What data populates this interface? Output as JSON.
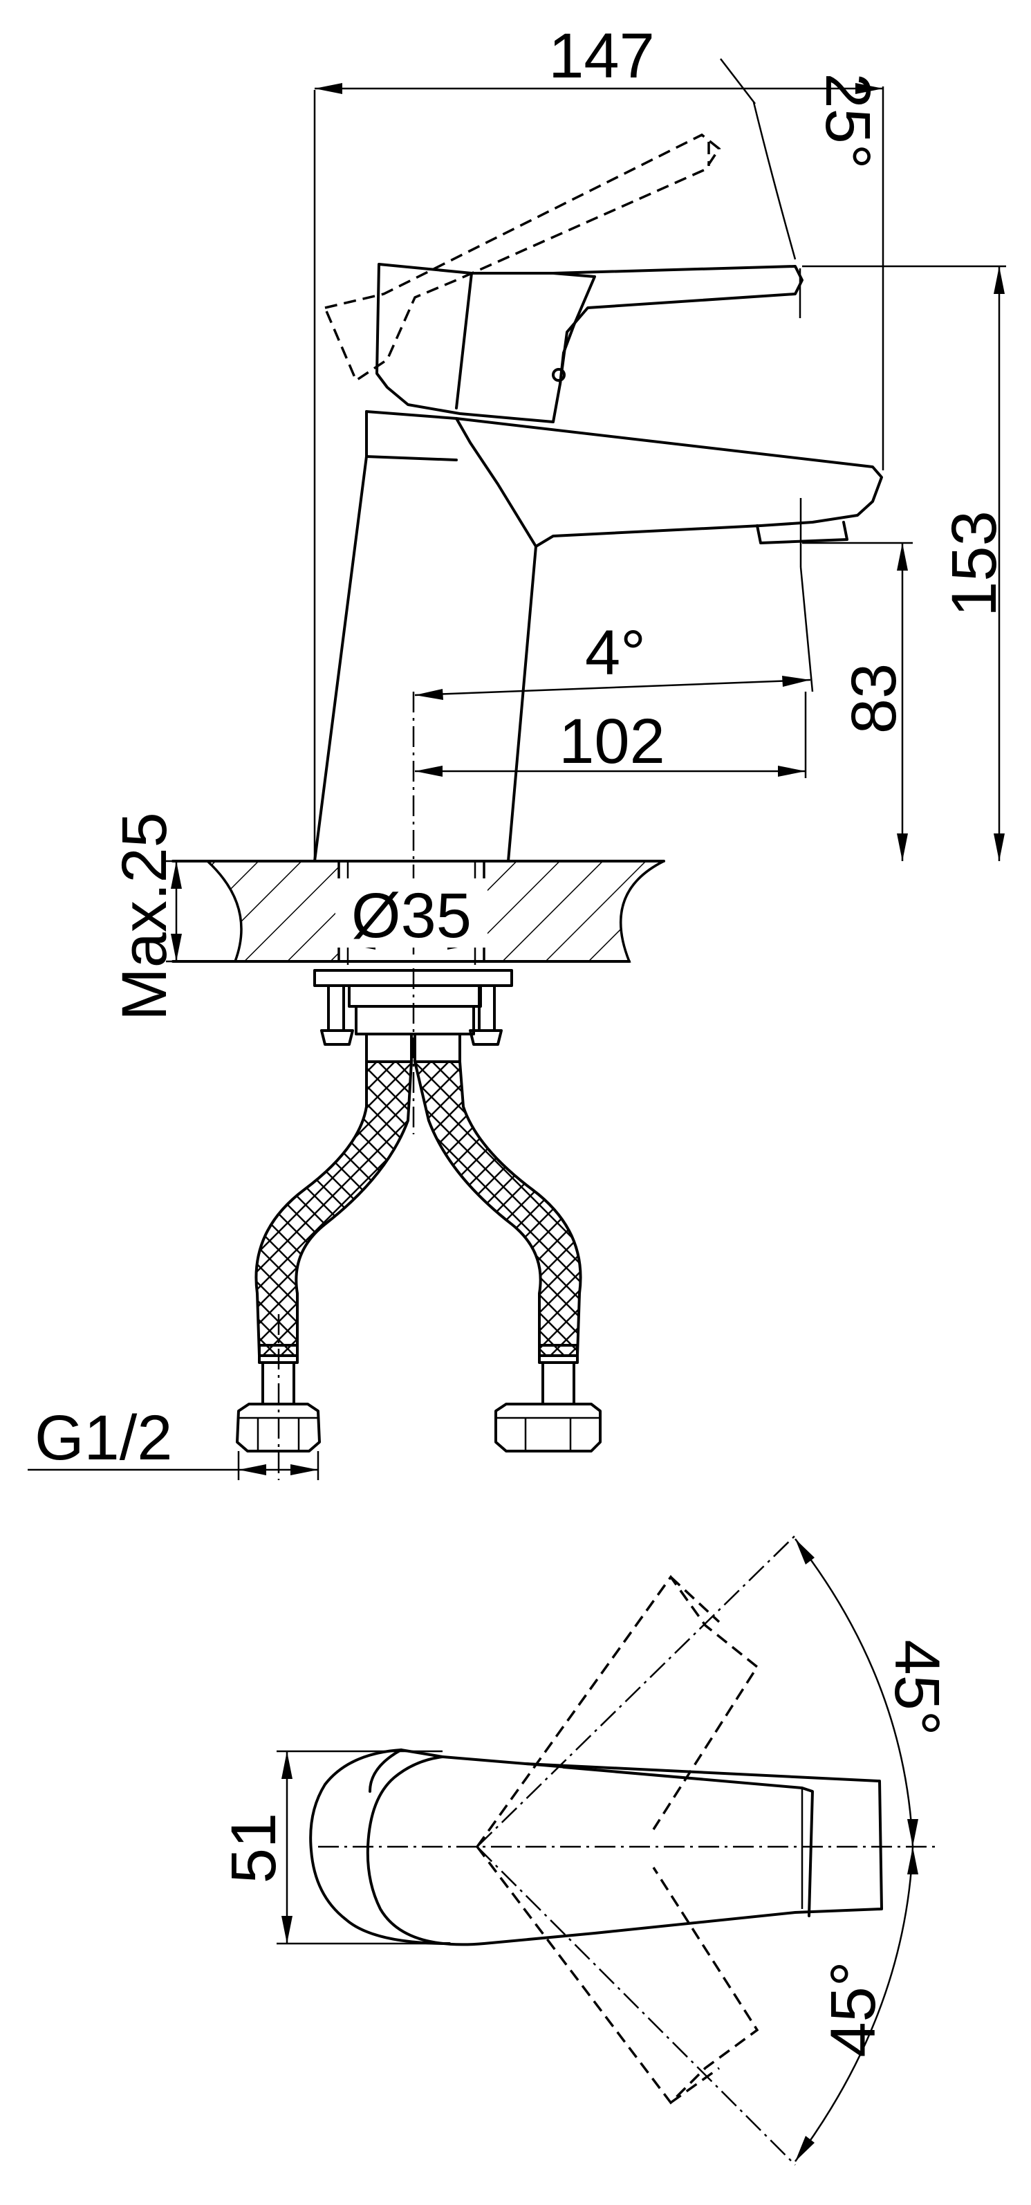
{
  "side_view": {
    "width_label": "147",
    "lever_angle_label": "25°",
    "height_label": "153",
    "spout_height_label": "83",
    "spout_angle_label": "4°",
    "reach_label": "102",
    "mount_hole_label": "Ø35",
    "max_thickness_label": "Max.25",
    "thread_label": "G1/2"
  },
  "top_view": {
    "body_width_label": "51",
    "rotation_left_label": "45°",
    "rotation_right_label": "45°"
  }
}
